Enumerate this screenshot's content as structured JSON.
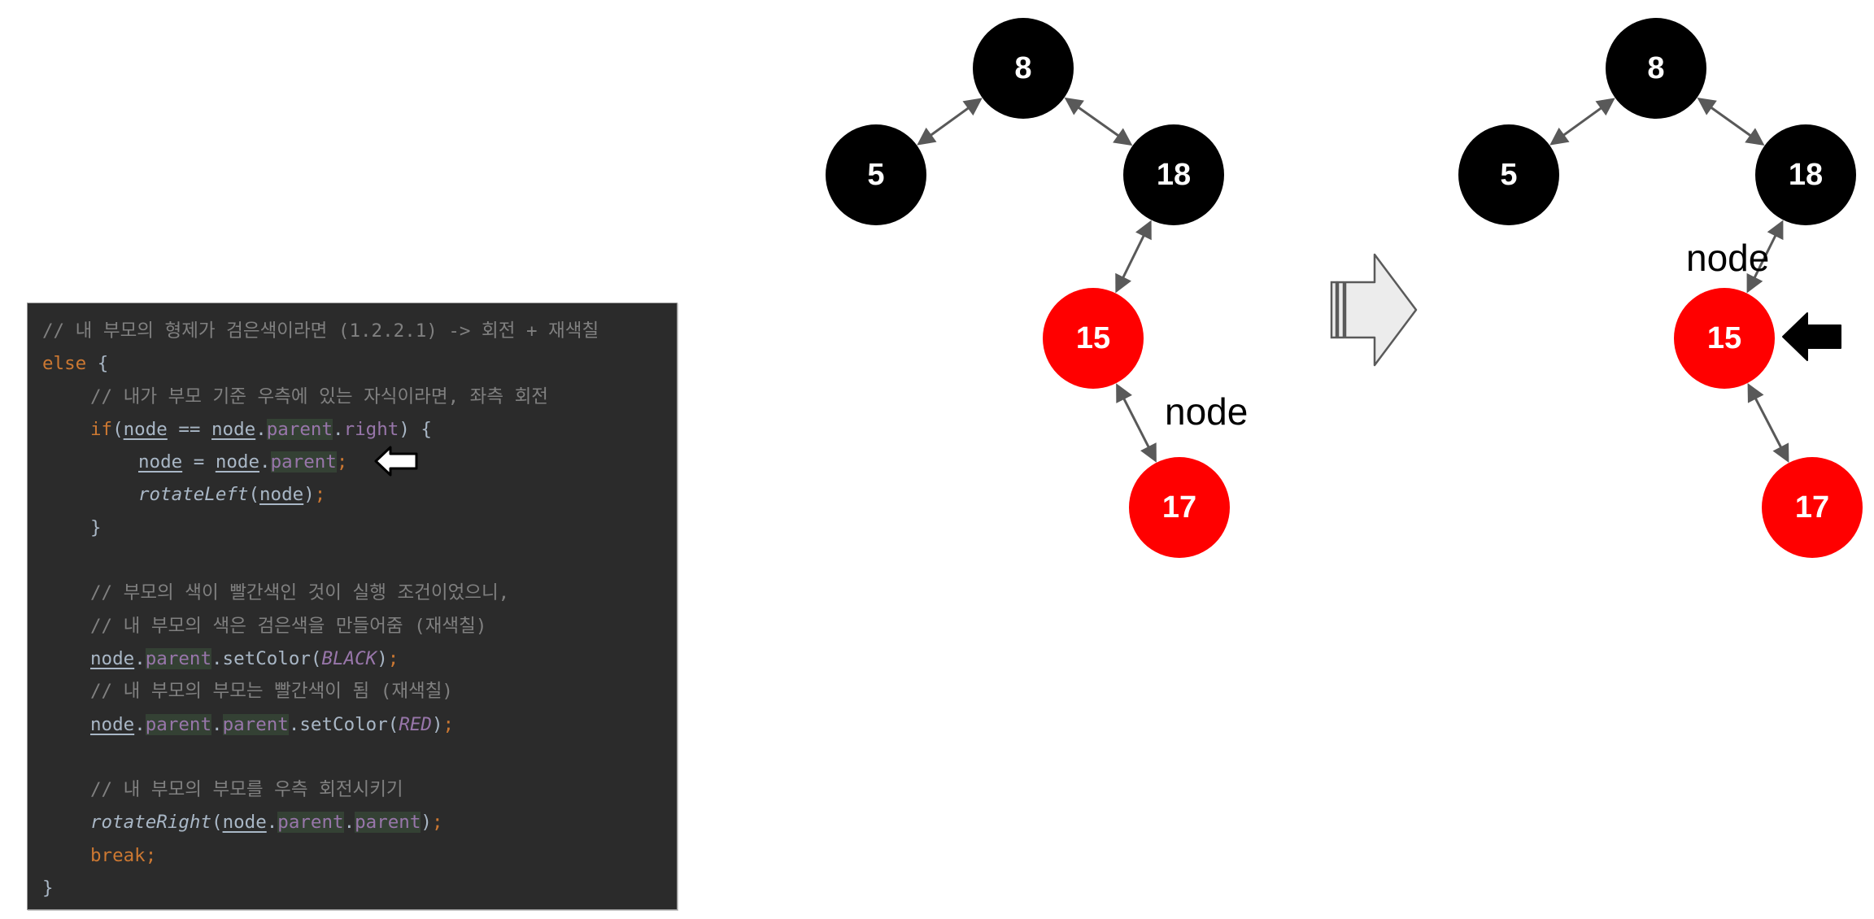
{
  "code": {
    "lines": [
      {
        "indent": 0,
        "tokens": [
          {
            "t": "// 내 부모의 형제가 검은색이라면 (1.2.2.1) -> 회전 + 재색칠",
            "c": "cm"
          }
        ]
      },
      {
        "indent": 0,
        "tokens": [
          {
            "t": "else",
            "c": "kw"
          },
          {
            "t": " {",
            "c": "brace"
          }
        ]
      },
      {
        "indent": 1,
        "tokens": [
          {
            "t": "// 내가 부모 기준 우측에 있는 자식이라면, 좌측 회전",
            "c": "cm"
          }
        ]
      },
      {
        "indent": 1,
        "tokens": [
          {
            "t": "if",
            "c": "kw"
          },
          {
            "t": "(",
            "c": ""
          },
          {
            "t": "node",
            "c": "var"
          },
          {
            "t": " == ",
            "c": ""
          },
          {
            "t": "node",
            "c": "var"
          },
          {
            "t": ".",
            "c": ""
          },
          {
            "t": "parent",
            "c": "fld"
          },
          {
            "t": ".",
            "c": ""
          },
          {
            "t": "right",
            "c": "fld-plain"
          },
          {
            "t": ") {",
            "c": ""
          }
        ]
      },
      {
        "indent": 2,
        "tokens": [
          {
            "t": "node",
            "c": "var"
          },
          {
            "t": " = ",
            "c": ""
          },
          {
            "t": "node",
            "c": "var"
          },
          {
            "t": ".",
            "c": ""
          },
          {
            "t": "parent",
            "c": "fld"
          },
          {
            "t": ";",
            "c": "semi"
          }
        ]
      },
      {
        "indent": 2,
        "tokens": [
          {
            "t": "rotateLeft",
            "c": "fn-i"
          },
          {
            "t": "(",
            "c": ""
          },
          {
            "t": "node",
            "c": "var"
          },
          {
            "t": ")",
            "c": ""
          },
          {
            "t": ";",
            "c": "semi"
          }
        ]
      },
      {
        "indent": 1,
        "tokens": [
          {
            "t": "}",
            "c": "brace"
          }
        ]
      },
      {
        "indent": 0,
        "tokens": []
      },
      {
        "indent": 1,
        "tokens": [
          {
            "t": "// 부모의 색이 빨간색인 것이 실행 조건이었으니,",
            "c": "cm"
          }
        ]
      },
      {
        "indent": 1,
        "tokens": [
          {
            "t": "// 내 부모의 색은 검은색을 만들어줌 (재색칠)",
            "c": "cm"
          }
        ]
      },
      {
        "indent": 1,
        "tokens": [
          {
            "t": "node",
            "c": "var"
          },
          {
            "t": ".",
            "c": ""
          },
          {
            "t": "parent",
            "c": "fld"
          },
          {
            "t": ".setColor(",
            "c": ""
          },
          {
            "t": "BLACK",
            "c": "const"
          },
          {
            "t": ")",
            "c": ""
          },
          {
            "t": ";",
            "c": "semi"
          }
        ]
      },
      {
        "indent": 1,
        "tokens": [
          {
            "t": "// 내 부모의 부모는 빨간색이 됨 (재색칠)",
            "c": "cm"
          }
        ]
      },
      {
        "indent": 1,
        "tokens": [
          {
            "t": "node",
            "c": "var"
          },
          {
            "t": ".",
            "c": ""
          },
          {
            "t": "parent",
            "c": "fld"
          },
          {
            "t": ".",
            "c": ""
          },
          {
            "t": "parent",
            "c": "fld"
          },
          {
            "t": ".setColor(",
            "c": ""
          },
          {
            "t": "RED",
            "c": "const"
          },
          {
            "t": ")",
            "c": ""
          },
          {
            "t": ";",
            "c": "semi"
          }
        ]
      },
      {
        "indent": 0,
        "tokens": []
      },
      {
        "indent": 1,
        "tokens": [
          {
            "t": "// 내 부모의 부모를 우측 회전시키기",
            "c": "cm"
          }
        ]
      },
      {
        "indent": 1,
        "tokens": [
          {
            "t": "rotateRight",
            "c": "fn-i"
          },
          {
            "t": "(",
            "c": ""
          },
          {
            "t": "node",
            "c": "var"
          },
          {
            "t": ".",
            "c": ""
          },
          {
            "t": "parent",
            "c": "fld"
          },
          {
            "t": ".",
            "c": ""
          },
          {
            "t": "parent",
            "c": "fld"
          },
          {
            "t": ")",
            "c": ""
          },
          {
            "t": ";",
            "c": "semi"
          }
        ]
      },
      {
        "indent": 1,
        "tokens": [
          {
            "t": "break;",
            "c": "kw"
          }
        ]
      },
      {
        "indent": 0,
        "tokens": [
          {
            "t": "}",
            "c": "brace"
          }
        ]
      }
    ],
    "current_line_marker": "white-left-arrow"
  },
  "colors": {
    "black_node": "#000000",
    "red_node": "#ff0000",
    "edge": "#595959",
    "code_bg": "#2b2b2b",
    "transition_arrow_fill": "#ececec",
    "transition_arrow_stroke": "#5a5a5a"
  },
  "trees": {
    "before": {
      "nodes": [
        {
          "id": "n8",
          "value": "8",
          "color": "black"
        },
        {
          "id": "n5",
          "value": "5",
          "color": "black"
        },
        {
          "id": "n18",
          "value": "18",
          "color": "black"
        },
        {
          "id": "n15",
          "value": "15",
          "color": "red"
        },
        {
          "id": "n17",
          "value": "17",
          "color": "red"
        }
      ],
      "edges": [
        [
          "n8",
          "n5"
        ],
        [
          "n8",
          "n18"
        ],
        [
          "n18",
          "n15"
        ],
        [
          "n15",
          "n17"
        ]
      ],
      "pointer": {
        "label": "node",
        "target": "n17"
      }
    },
    "after": {
      "nodes": [
        {
          "id": "n8",
          "value": "8",
          "color": "black"
        },
        {
          "id": "n5",
          "value": "5",
          "color": "black"
        },
        {
          "id": "n18",
          "value": "18",
          "color": "black"
        },
        {
          "id": "n15",
          "value": "15",
          "color": "red"
        },
        {
          "id": "n17",
          "value": "17",
          "color": "red"
        }
      ],
      "edges": [
        [
          "n8",
          "n5"
        ],
        [
          "n8",
          "n18"
        ],
        [
          "n18",
          "n15"
        ],
        [
          "n15",
          "n17"
        ]
      ],
      "pointer": {
        "label": "node",
        "target": "n15"
      },
      "highlight_marker": "black-left-arrow"
    }
  }
}
